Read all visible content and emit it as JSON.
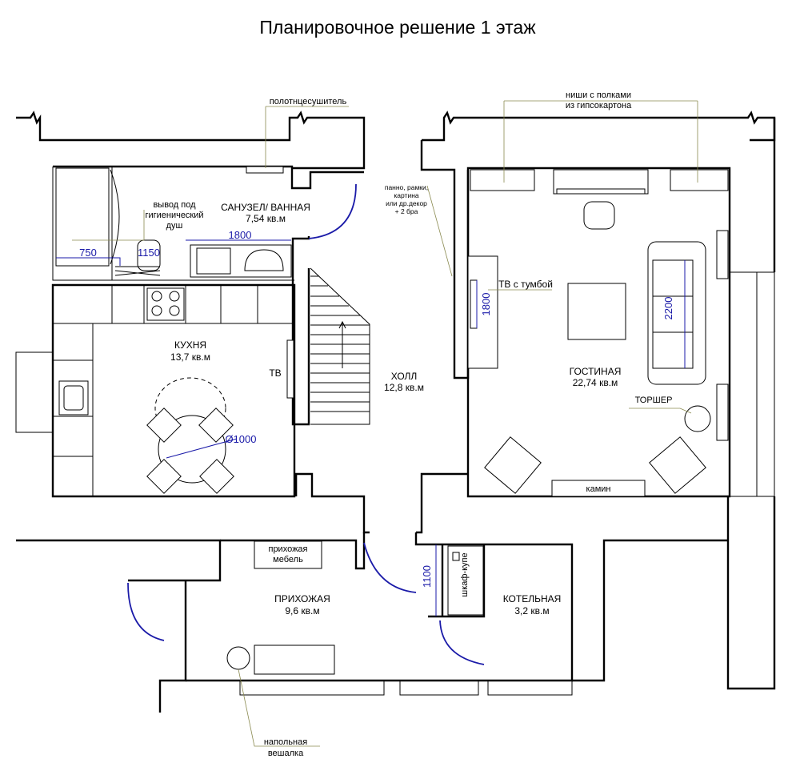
{
  "title": "Планировочное решение 1 этаж",
  "rooms": {
    "bathroom": {
      "name": "САНУЗЕЛ/ ВАННАЯ",
      "area": "7,54 кв.м"
    },
    "kitchen": {
      "name": "КУХНЯ",
      "area": "13,7 кв.м"
    },
    "hall": {
      "name": "ХОЛЛ",
      "area": "12,8 кв.м"
    },
    "living": {
      "name": "ГОСТИНАЯ",
      "area": "22,74 кв.м"
    },
    "entrance": {
      "name": "ПРИХОЖАЯ",
      "area": "9,6 кв.м"
    },
    "boiler": {
      "name": "КОТЕЛЬНАЯ",
      "area": "3,2 кв.м"
    }
  },
  "annotations": {
    "towel_dryer": "полотнцесушитель",
    "niches_line1": "ниши с полками",
    "niches_line2": "из гипсокартона",
    "shower_line1": "вывод под",
    "shower_line2": "гигиенический",
    "shower_line3": "душ",
    "decor_line1": "панно, рамки,",
    "decor_line2": "картина",
    "decor_line3": "или др.декор",
    "decor_line4": "+ 2 бра",
    "tv_stand": "ТВ с тумбой",
    "tv": "ТВ",
    "floor_lamp": "ТОРШЕР",
    "fireplace": "камин",
    "hall_furniture_line1": "прихожая",
    "hall_furniture_line2": "мебель",
    "wardrobe": "шкаф-купе",
    "hanger_line1": "напольная",
    "hanger_line2": "вешалка"
  },
  "dimensions": {
    "d750": "750",
    "d1150": "1150",
    "d1800_bath": "1800",
    "d1800_tv": "1800",
    "d2200": "2200",
    "d1000": "Ø1000",
    "d1100": "1100"
  },
  "colors": {
    "dimension": "#1a1aa8",
    "walls": "#000000",
    "leader": "#8a8a50"
  }
}
